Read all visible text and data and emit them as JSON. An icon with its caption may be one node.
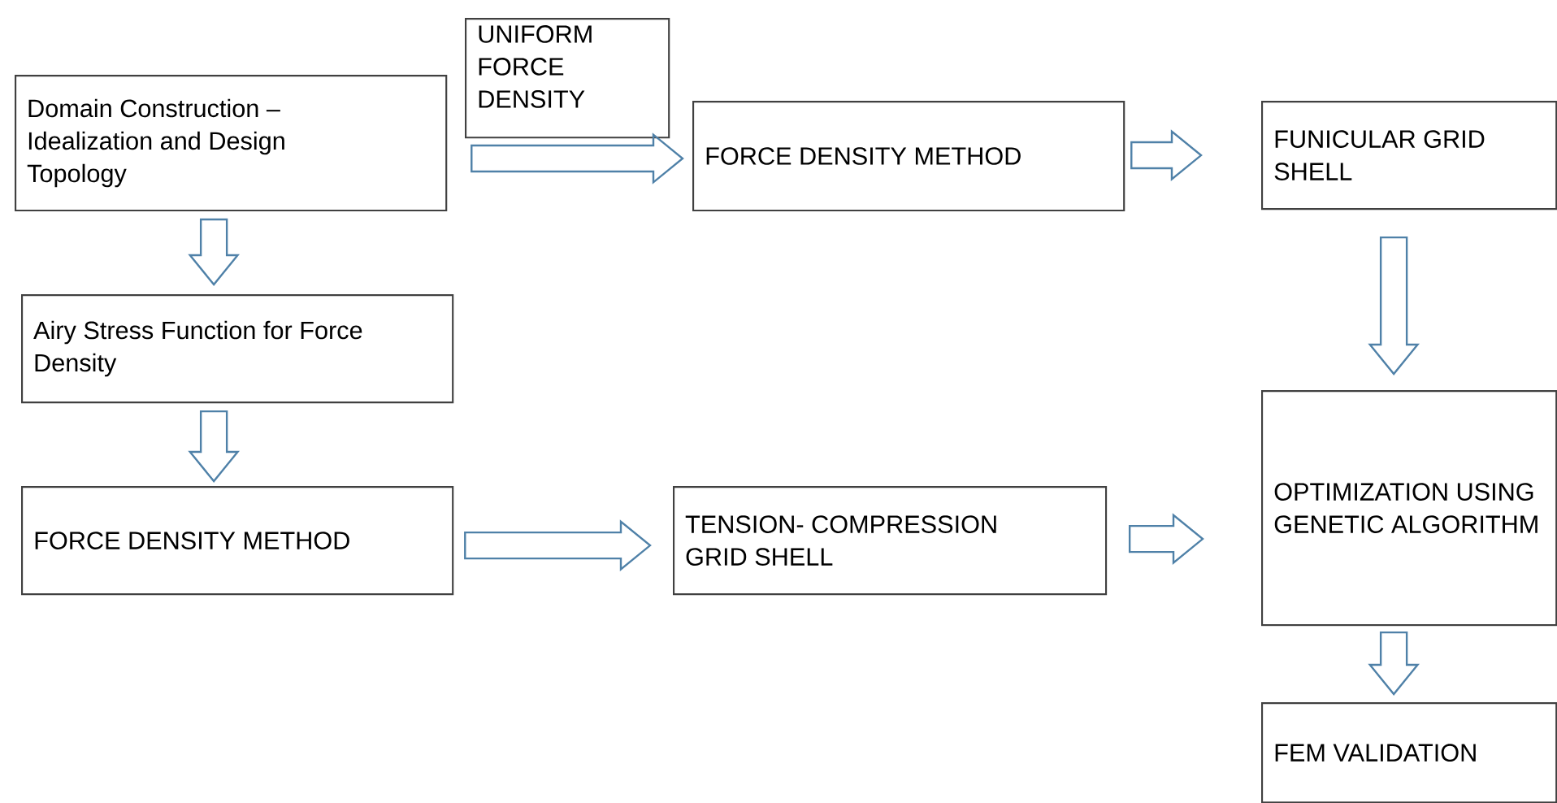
{
  "diagram": {
    "nodes": [
      {
        "text": [
          "Domain Construction – Idealization and Design Topology"
        ]
      },
      {
        "text": [
          "UNIFORM FORCE DENSITY"
        ]
      },
      {
        "text": [
          "FORCE DENSITY METHOD"
        ]
      },
      {
        "text": [
          "FUNICULAR GRID SHELL"
        ]
      },
      {
        "text": [
          "Airy Stress Function for Force Density"
        ]
      },
      {
        "text": [
          "FORCE DENSITY METHOD"
        ]
      },
      {
        "text": [
          "TENSION- COMPRESSION GRID SHELL"
        ]
      },
      {
        "text": [
          "OPTIMIZATION USING GENETIC ALGORITHM"
        ]
      },
      {
        "text": [
          "FEM VALIDATION"
        ]
      }
    ],
    "edges": [
      {
        "from": 0,
        "to": 2,
        "arrow": "to"
      },
      {
        "from": 2,
        "to": 3,
        "arrow": "to"
      },
      {
        "from": 0,
        "to": 4,
        "arrow": "to"
      },
      {
        "from": 4,
        "to": 5,
        "arrow": "to"
      },
      {
        "from": 5,
        "to": 6,
        "arrow": "to"
      },
      {
        "from": 6,
        "to": 7,
        "arrow": "to"
      },
      {
        "from": 3,
        "to": 7,
        "arrow": "to"
      },
      {
        "from": 7,
        "to": 8,
        "arrow": "to"
      }
    ]
  }
}
